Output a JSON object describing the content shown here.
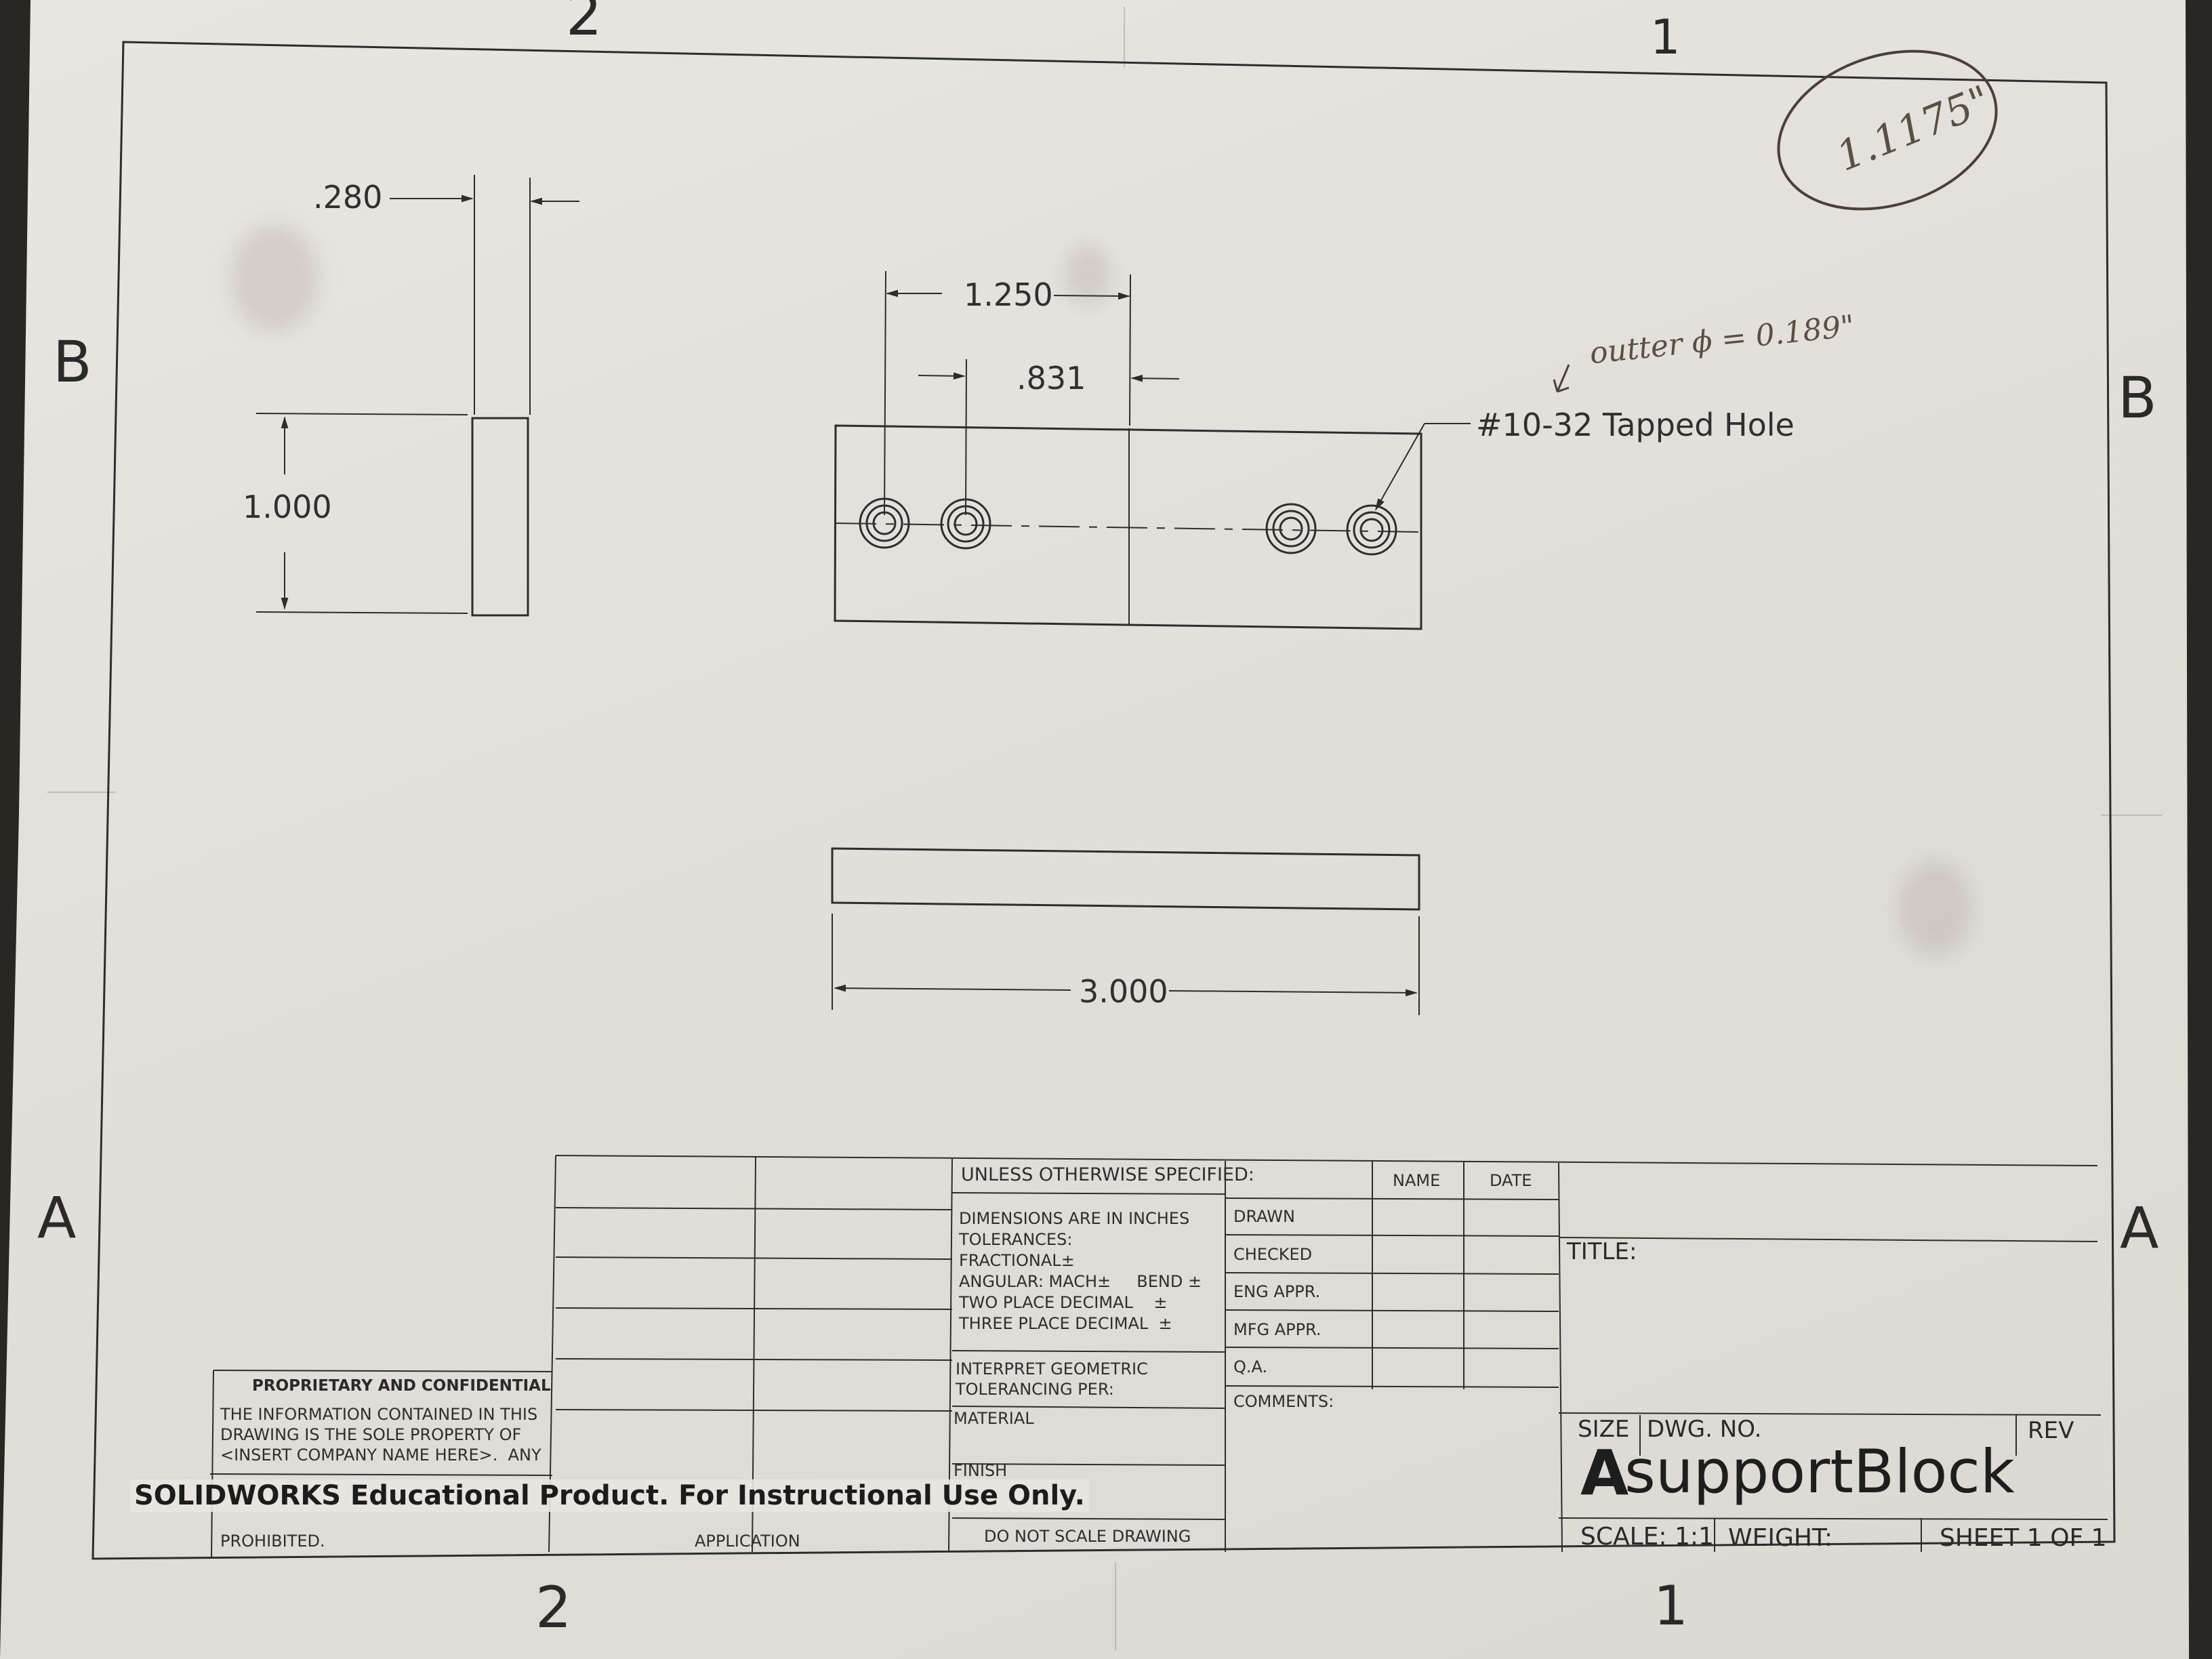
{
  "zones": {
    "top_left": "2",
    "top_right": "1",
    "bottom_left": "2",
    "bottom_right": "1",
    "left_upper": "B",
    "left_lower": "A",
    "right_upper": "B",
    "right_lower": "A"
  },
  "dimensions": {
    "side_thickness": ".280",
    "side_height": "1.000",
    "top_hole_span": "1.250",
    "top_hole_spacing": ".831",
    "overall_length": "3.000"
  },
  "callout": {
    "hole": "#10-32 Tapped Hole"
  },
  "handwritten": {
    "circled_note": "1.1175\"",
    "outer_diameter_note": "outter ϕ = 0.189\""
  },
  "title_block": {
    "unless_specified": "UNLESS OTHERWISE SPECIFIED:",
    "dims_in_inches": "DIMENSIONS ARE IN INCHES",
    "tolerances": "TOLERANCES:",
    "fractional": "FRACTIONAL±",
    "angular": "ANGULAR: MACH±     BEND ±",
    "two_place": "TWO PLACE DECIMAL    ±",
    "three_place": "THREE PLACE DECIMAL  ±",
    "interpret_gt": "INTERPRET GEOMETRIC",
    "tolerancing_per": "TOLERANCING PER:",
    "material": "MATERIAL",
    "finish": "FINISH",
    "do_not_scale": "DO NOT SCALE DRAWING",
    "name_header": "NAME",
    "date_header": "DATE",
    "drawn": "DRAWN",
    "checked": "CHECKED",
    "eng_appr": "ENG APPR.",
    "mfg_appr": "MFG APPR.",
    "qa": "Q.A.",
    "comments": "COMMENTS:",
    "title_label": "TITLE:",
    "size_label": "SIZE",
    "dwg_no_label": "DWG. NO.",
    "rev_label": "REV",
    "size_value": "A",
    "dwg_no_value": "supportBlock",
    "scale": "SCALE: 1:1",
    "weight": "WEIGHT:",
    "sheet": "SHEET 1 OF 1"
  },
  "proprietary": {
    "heading": "PROPRIETARY AND CONFIDENTIAL",
    "line1": "THE INFORMATION CONTAINED IN THIS",
    "line2": "DRAWING IS THE SOLE PROPERTY OF",
    "line3": "<INSERT COMPANY NAME HERE>.  ANY",
    "line_cut": "PROHIBITED."
  },
  "watermark": "SOLIDWORKS Educational Product. For Instructional Use Only.",
  "application_cut": "APPLICATION"
}
